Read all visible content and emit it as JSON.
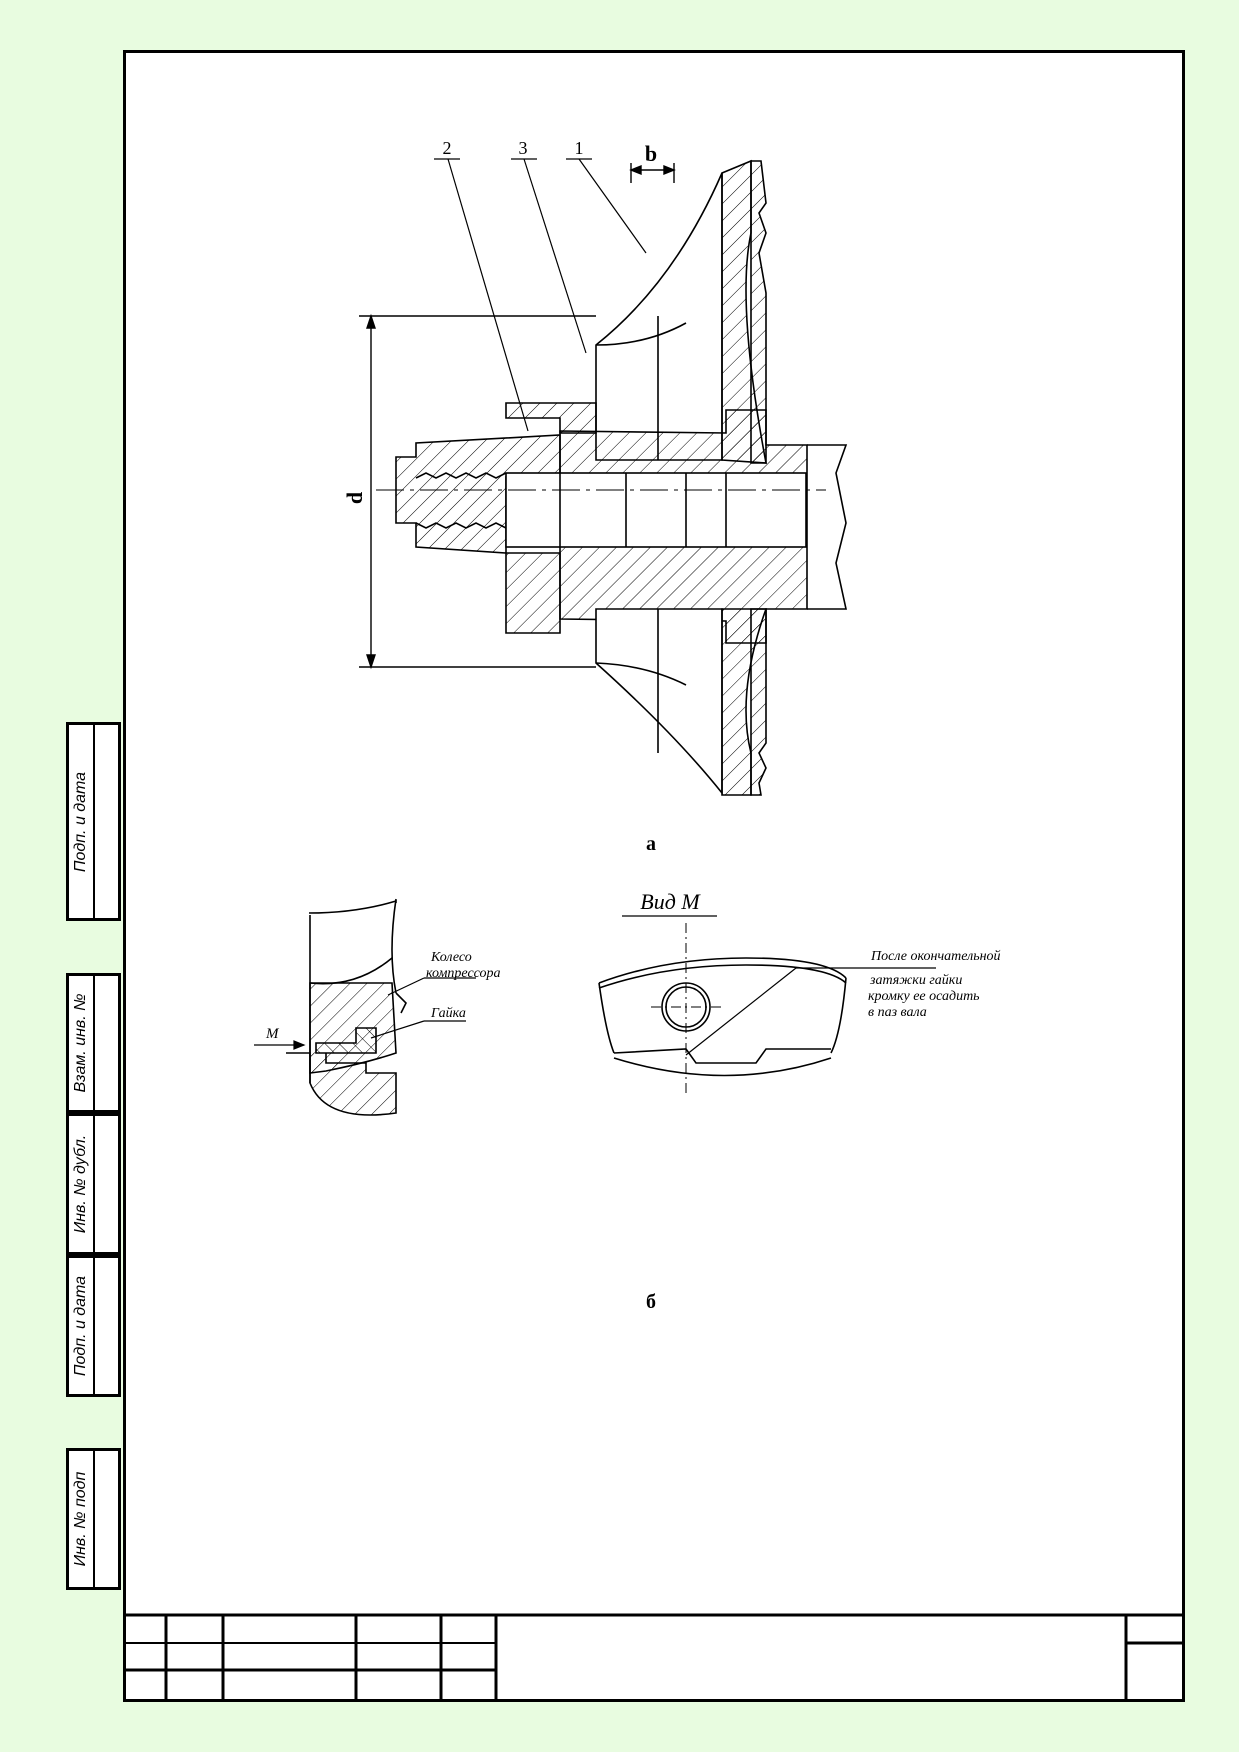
{
  "figure": {
    "callouts": [
      "2",
      "3",
      "1"
    ],
    "dim_b": "b",
    "dim_d": "d",
    "caption_a": "а",
    "caption_b": "б"
  },
  "detail": {
    "arrow_label": "М",
    "wheel_label_line1": "Колесо",
    "wheel_label_line2": "компрессора",
    "nut_label": "Гайка",
    "view_title": "Вид М",
    "note_line1": "После окончательной",
    "note_line2": "затяжки гайки",
    "note_line3": "кромку ее осадить",
    "note_line4": "в паз вала"
  },
  "side_stamps": [
    "Подп. и дата",
    "Взам. инв. №",
    "Инв. № дубл.",
    "Подп. и дата",
    "Инв. № подп"
  ]
}
